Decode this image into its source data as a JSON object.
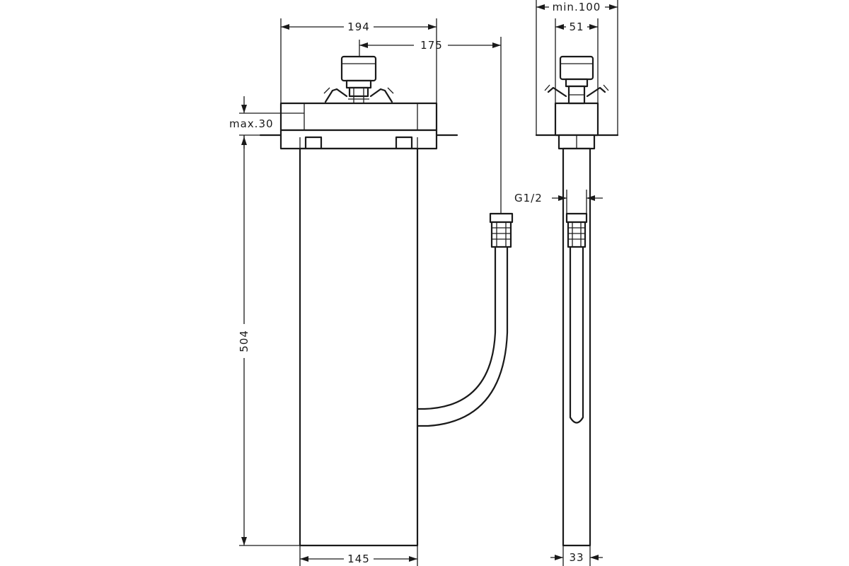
{
  "dimensions": {
    "overall_width": "194",
    "hose_offset": "175",
    "max_depth": "max.30",
    "height": "504",
    "body_width": "145",
    "min_width": "min.100",
    "knob_width": "51",
    "thread": "G1/2",
    "body_depth": "33"
  }
}
